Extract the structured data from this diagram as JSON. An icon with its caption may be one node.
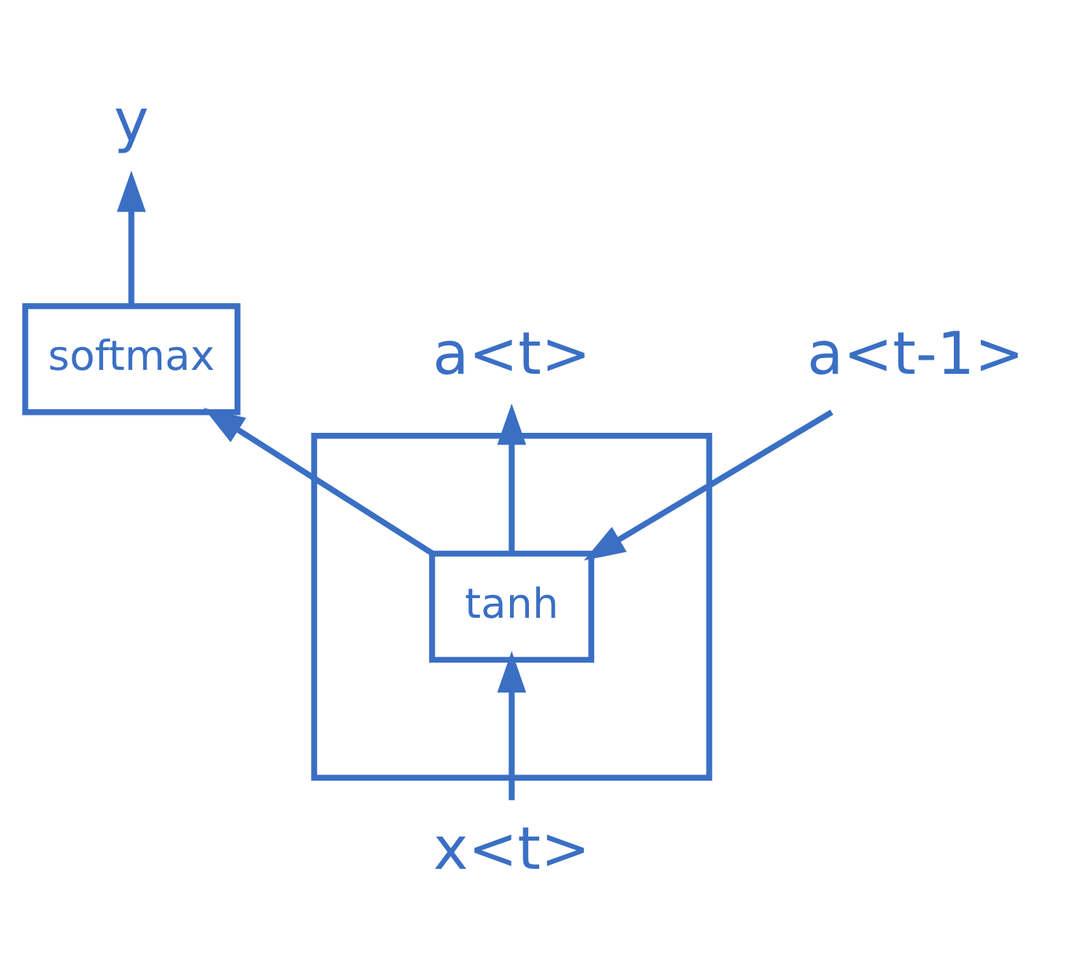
{
  "diagram": {
    "nodes": [
      {
        "text": [],
        "shape": "box"
      },
      {
        "text": [
          "a<t-1>"
        ]
      },
      {
        "text": [
          "tanh"
        ],
        "in": 0
      },
      {
        "text": [
          "softmax"
        ]
      },
      {
        "text": [
          "y"
        ]
      },
      {
        "text": [
          "a<t>"
        ]
      },
      {
        "text": [
          "x<t>"
        ]
      }
    ],
    "edges": [
      {
        "from": 1,
        "to": 2,
        "arrow": "to"
      },
      {
        "from": 6,
        "to": 2,
        "arrow": "to"
      },
      {
        "from": 2,
        "to": 5,
        "arrow": "to"
      },
      {
        "from": 2,
        "to": 3,
        "arrow": "to"
      },
      {
        "from": 3,
        "to": 4,
        "arrow": "to"
      }
    ]
  }
}
